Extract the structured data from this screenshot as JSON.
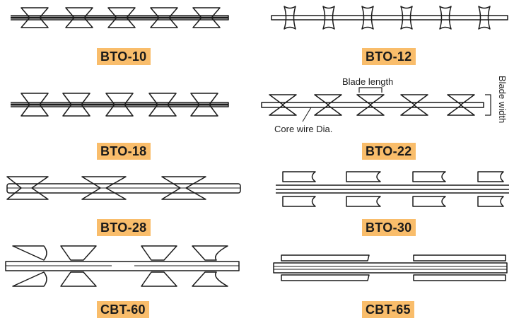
{
  "labels": {
    "bto10": "BTO-10",
    "bto12": "BTO-12",
    "bto18": "BTO-18",
    "bto22": "BTO-22",
    "bto28": "BTO-28",
    "bto30": "BTO-30",
    "cbt60": "CBT-60",
    "cbt65": "CBT-65"
  },
  "annotations": {
    "blade_length": "Blade length",
    "blade_width": "Blade width",
    "core_wire_dia": "Core wire Dia."
  }
}
